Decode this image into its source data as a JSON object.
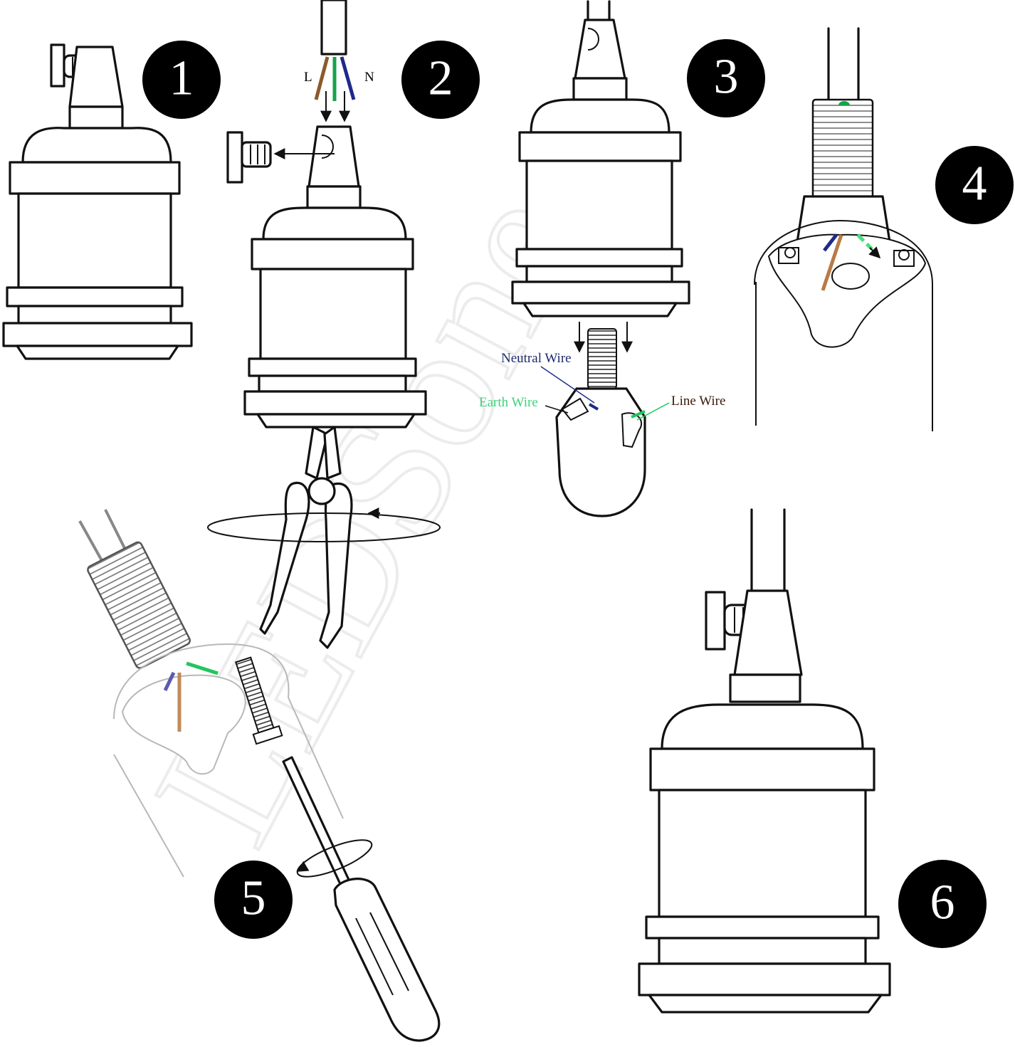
{
  "steps": [
    "1",
    "2",
    "3",
    "4",
    "5",
    "6"
  ],
  "step2": {
    "wire_label_left": "L",
    "wire_label_right": "N"
  },
  "step3": {
    "neutral_wire": "Neutral Wire",
    "earth_wire": "Earth Wire",
    "line_wire": "Line Wire"
  },
  "watermark": "LEDSone",
  "colors": {
    "badge": "#000000",
    "line_wire": "#8a5a2a",
    "neutral_wire": "#1e2a8a",
    "earth_wire": "#16a34a",
    "earth_label": "#3dd37a",
    "neutral_label": "#1e2a6a"
  }
}
